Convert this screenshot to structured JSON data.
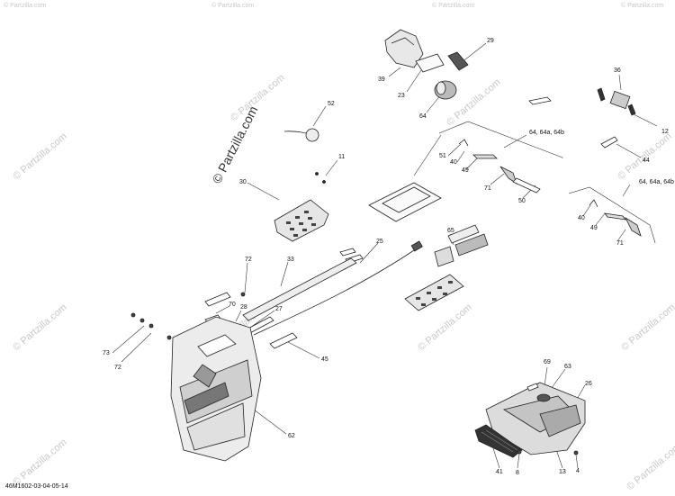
{
  "watermark": {
    "main": "© Partzilla.com",
    "repeat": "© Partzilla.com"
  },
  "footer": "46M1602-03-04-05-14",
  "callouts": {
    "c29": "29",
    "c39": "39",
    "c23": "23",
    "c64a": "64",
    "c52": "52",
    "c36": "36",
    "c12": "12",
    "c44": "44",
    "c64b": "64, 64a, 64b",
    "c51": "51",
    "c40a": "40",
    "c49a": "49",
    "c71a": "71",
    "c50": "50",
    "c11": "11",
    "c30": "30",
    "c64c": "64, 64a, 64b",
    "c40b": "40",
    "c49b": "49",
    "c71b": "71",
    "c25": "25",
    "c65": "65",
    "c72a": "72",
    "c33": "33",
    "c70": "70",
    "c28": "28",
    "c27": "27",
    "c73": "73",
    "c72b": "72",
    "c45": "45",
    "c62": "62",
    "c69": "69",
    "c63": "63",
    "c26": "26",
    "c41": "41",
    "c8": "8",
    "c13": "13",
    "c4": "4"
  }
}
